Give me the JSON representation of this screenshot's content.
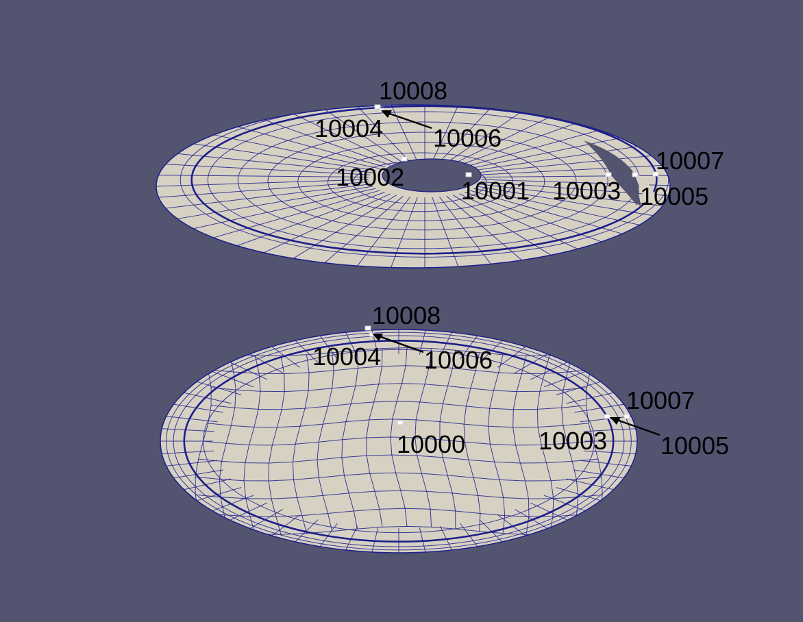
{
  "colors": {
    "background": "#525470",
    "surface": "#d7d1c4",
    "mesh": "#1c1f8a",
    "label": "#000000",
    "marker": "#ffffff"
  },
  "top_mesh": {
    "labels": [
      "10008",
      "10004",
      "10006",
      "10002",
      "10001",
      "10003",
      "10007",
      "10005"
    ]
  },
  "bottom_mesh": {
    "labels": [
      "10008",
      "10004",
      "10006",
      "10000",
      "10003",
      "10007",
      "10005"
    ]
  }
}
